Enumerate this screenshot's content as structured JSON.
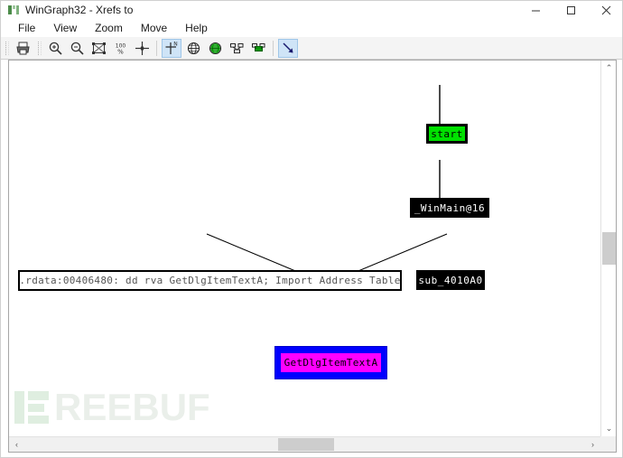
{
  "window": {
    "title": "WinGraph32 - Xrefs to",
    "app_icon": "graph-app-icon",
    "controls": {
      "minimize": "–",
      "maximize": "□",
      "close": "✕"
    }
  },
  "menu": {
    "items": [
      {
        "label": "File"
      },
      {
        "label": "View"
      },
      {
        "label": "Zoom"
      },
      {
        "label": "Move"
      },
      {
        "label": "Help"
      }
    ]
  },
  "toolbar": {
    "buttons": [
      {
        "name": "print-icon",
        "tooltip": "Print",
        "active": false
      },
      {
        "name": "zoom-in-icon",
        "tooltip": "Zoom in",
        "active": false
      },
      {
        "name": "zoom-out-icon",
        "tooltip": "Zoom out",
        "active": false
      },
      {
        "name": "fit-window-icon",
        "tooltip": "Fit to window",
        "active": false
      },
      {
        "name": "zoom-100-percent-icon",
        "tooltip": "Zoom 100%",
        "active": false
      },
      {
        "name": "center-icon",
        "tooltip": "Center",
        "active": false
      },
      {
        "name": "move-north-icon",
        "tooltip": "Move north",
        "active": true
      },
      {
        "name": "globe-outline-icon",
        "tooltip": "Root node",
        "active": false
      },
      {
        "name": "globe-filled-icon",
        "tooltip": "Current node",
        "active": false
      },
      {
        "name": "graph-outline-icon",
        "tooltip": "Previous node",
        "active": false
      },
      {
        "name": "graph-filled-icon",
        "tooltip": "Next node",
        "active": false
      },
      {
        "name": "arrow-down-right-icon",
        "tooltip": "Follow reference",
        "active": true
      }
    ],
    "zoom_label": "100%",
    "active_color": "#cfe4f7"
  },
  "graph": {
    "nodes": [
      {
        "id": "start",
        "label": "start",
        "fill": "#00e000",
        "text_color": "#000000",
        "border_color": "#000000",
        "style": "entry-node"
      },
      {
        "id": "winmain",
        "label": "_WinMain@16",
        "fill": "#000000",
        "text_color": "#ffffff",
        "border_color": "#000000",
        "style": "function-node"
      },
      {
        "id": "sub_4010A0",
        "label": "sub_4010A0",
        "fill": "#000000",
        "text_color": "#ffffff",
        "border_color": "#000000",
        "style": "function-node"
      },
      {
        "id": "rdata",
        "label": ".rdata:00406480: dd rva GetDlgItemTextA; Import Address Table",
        "fill": "#ffffff",
        "text_color": "#555555",
        "border_color": "#000000",
        "style": "data-node"
      },
      {
        "id": "api",
        "label": "GetDlgItemTextA",
        "fill": "#0000ff",
        "inner_fill": "#ff00ff",
        "text_color": "#000000",
        "border_color": "#0000cc",
        "style": "api-node"
      }
    ],
    "edges": [
      {
        "from": "start",
        "to": "winmain"
      },
      {
        "from": "winmain",
        "to": "sub_4010A0"
      },
      {
        "from": "rdata",
        "to": "api"
      },
      {
        "from": "sub_4010A0",
        "to": "api"
      }
    ],
    "edge_color": "#000000"
  },
  "watermark": {
    "text": "REEBUF",
    "color": "#eaefea"
  },
  "scrollbars": {
    "vertical": {
      "up": "⌃",
      "down": "⌄"
    },
    "horizontal": {
      "left": "‹",
      "right": "›"
    }
  }
}
